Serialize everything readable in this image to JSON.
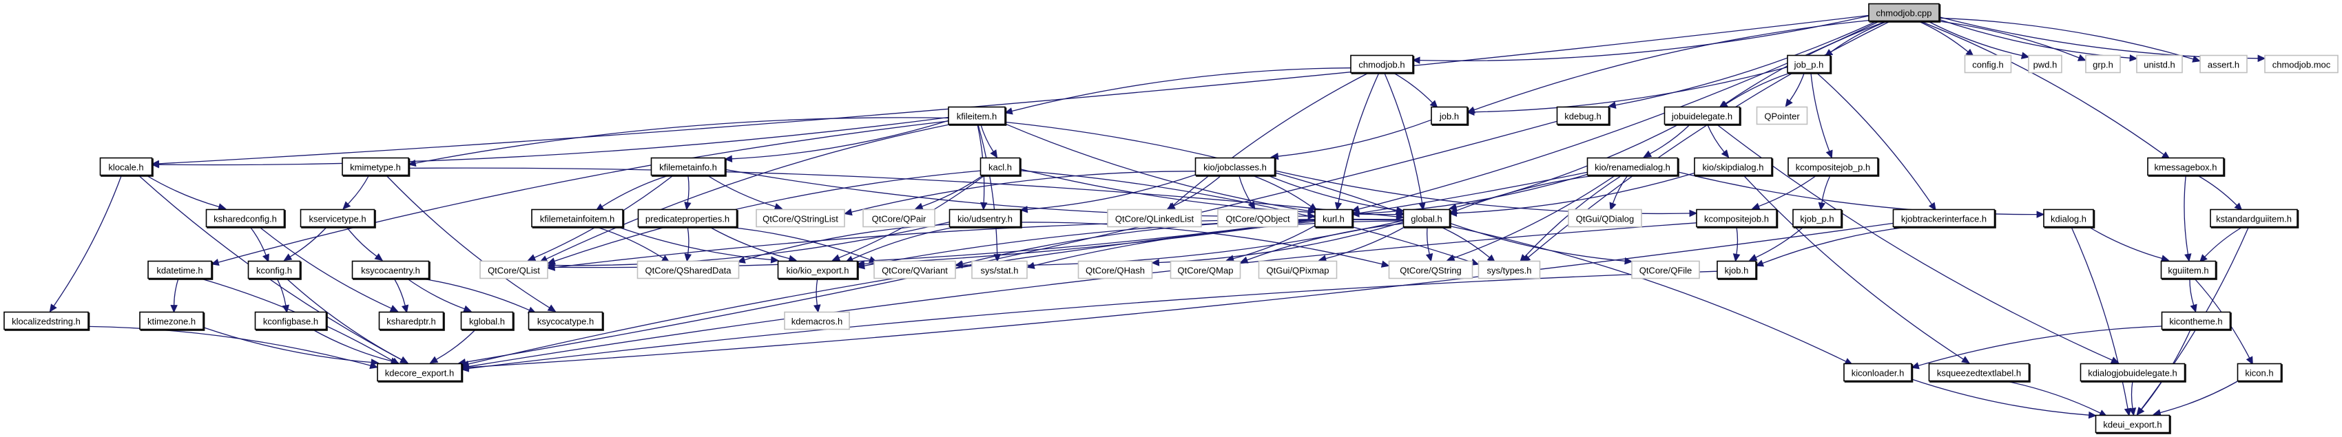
{
  "title": "chmodjob.cpp include dependency graph",
  "colors": {
    "edge": "#191970",
    "root_fill": "#bfbfbf",
    "internal_border": "#000000",
    "external_border": "#bfbfbf"
  },
  "nodes": [
    {
      "id": "chmodjob_cpp",
      "label": "chmodjob.cpp",
      "kind": "root"
    },
    {
      "id": "chmodjob_h",
      "label": "chmodjob.h",
      "kind": "internal"
    },
    {
      "id": "job_p_h",
      "label": "job_p.h",
      "kind": "internal"
    },
    {
      "id": "config_h",
      "label": "config.h",
      "kind": "external"
    },
    {
      "id": "pwd_h",
      "label": "pwd.h",
      "kind": "external"
    },
    {
      "id": "grp_h",
      "label": "grp.h",
      "kind": "external"
    },
    {
      "id": "unistd_h",
      "label": "unistd.h",
      "kind": "external"
    },
    {
      "id": "assert_h",
      "label": "assert.h",
      "kind": "external"
    },
    {
      "id": "chmodjob_moc",
      "label": "chmodjob.moc",
      "kind": "external"
    },
    {
      "id": "kfileitem_h",
      "label": "kfileitem.h",
      "kind": "internal"
    },
    {
      "id": "job_h",
      "label": "job.h",
      "kind": "internal"
    },
    {
      "id": "kdebug_h",
      "label": "kdebug.h",
      "kind": "internal"
    },
    {
      "id": "jobuidelegate_h",
      "label": "jobuidelegate.h",
      "kind": "internal"
    },
    {
      "id": "QPointer",
      "label": "QPointer",
      "kind": "external"
    },
    {
      "id": "klocale_h",
      "label": "klocale.h",
      "kind": "internal"
    },
    {
      "id": "kmimetype_h",
      "label": "kmimetype.h",
      "kind": "internal"
    },
    {
      "id": "kfilemetainfo_h",
      "label": "kfilemetainfo.h",
      "kind": "internal"
    },
    {
      "id": "kacl_h",
      "label": "kacl.h",
      "kind": "internal"
    },
    {
      "id": "jobclasses_h",
      "label": "kio/jobclasses.h",
      "kind": "internal"
    },
    {
      "id": "renamedialog_h",
      "label": "kio/renamedialog.h",
      "kind": "internal"
    },
    {
      "id": "skipdialog_h",
      "label": "kio/skipdialog.h",
      "kind": "internal"
    },
    {
      "id": "kcompositejob_p_h",
      "label": "kcompositejob_p.h",
      "kind": "internal"
    },
    {
      "id": "kmessagebox_h",
      "label": "kmessagebox.h",
      "kind": "internal"
    },
    {
      "id": "ksharedconfig_h",
      "label": "ksharedconfig.h",
      "kind": "internal"
    },
    {
      "id": "kservicetype_h",
      "label": "kservicetype.h",
      "kind": "internal"
    },
    {
      "id": "kfilemetainfoitem_h",
      "label": "kfilemetainfoitem.h",
      "kind": "internal"
    },
    {
      "id": "predicateproperties_h",
      "label": "predicateproperties.h",
      "kind": "internal"
    },
    {
      "id": "QStringList",
      "label": "QtCore/QStringList",
      "kind": "external"
    },
    {
      "id": "QPair",
      "label": "QtCore/QPair",
      "kind": "external"
    },
    {
      "id": "udsentry_h",
      "label": "kio/udsentry.h",
      "kind": "internal"
    },
    {
      "id": "QLinkedList",
      "label": "QtCore/QLinkedList",
      "kind": "external"
    },
    {
      "id": "QObject",
      "label": "QtCore/QObject",
      "kind": "external"
    },
    {
      "id": "kurl_h",
      "label": "kurl.h",
      "kind": "internal"
    },
    {
      "id": "global_h",
      "label": "global.h",
      "kind": "internal"
    },
    {
      "id": "QDialog",
      "label": "QtGui/QDialog",
      "kind": "external"
    },
    {
      "id": "kcompositejob_h",
      "label": "kcompositejob.h",
      "kind": "internal"
    },
    {
      "id": "kjob_p_h",
      "label": "kjob_p.h",
      "kind": "internal"
    },
    {
      "id": "kjobtrackerinterface_h",
      "label": "kjobtrackerinterface.h",
      "kind": "internal"
    },
    {
      "id": "kdialog_h",
      "label": "kdialog.h",
      "kind": "internal"
    },
    {
      "id": "kstandardguiitem_h",
      "label": "kstandardguiitem.h",
      "kind": "internal"
    },
    {
      "id": "kdatetime_h",
      "label": "kdatetime.h",
      "kind": "internal"
    },
    {
      "id": "kconfig_h",
      "label": "kconfig.h",
      "kind": "internal"
    },
    {
      "id": "ksycocaentry_h",
      "label": "ksycocaentry.h",
      "kind": "internal"
    },
    {
      "id": "QList",
      "label": "QtCore/QList",
      "kind": "external"
    },
    {
      "id": "QSharedData",
      "label": "QtCore/QSharedData",
      "kind": "external"
    },
    {
      "id": "kio_export_h",
      "label": "kio/kio_export.h",
      "kind": "internal"
    },
    {
      "id": "QVariant",
      "label": "QtCore/QVariant",
      "kind": "external"
    },
    {
      "id": "sys_stat_h",
      "label": "sys/stat.h",
      "kind": "external"
    },
    {
      "id": "QHash",
      "label": "QtCore/QHash",
      "kind": "external"
    },
    {
      "id": "QMap",
      "label": "QtCore/QMap",
      "kind": "external"
    },
    {
      "id": "QPixmap",
      "label": "QtGui/QPixmap",
      "kind": "external"
    },
    {
      "id": "QString",
      "label": "QtCore/QString",
      "kind": "external"
    },
    {
      "id": "sys_types_h",
      "label": "sys/types.h",
      "kind": "external"
    },
    {
      "id": "QFile",
      "label": "QtCore/QFile",
      "kind": "external"
    },
    {
      "id": "kjob_h",
      "label": "kjob.h",
      "kind": "internal"
    },
    {
      "id": "kguiitem_h",
      "label": "kguiitem.h",
      "kind": "internal"
    },
    {
      "id": "klocalizedstring_h",
      "label": "klocalizedstring.h",
      "kind": "internal"
    },
    {
      "id": "ktimezone_h",
      "label": "ktimezone.h",
      "kind": "internal"
    },
    {
      "id": "kconfigbase_h",
      "label": "kconfigbase.h",
      "kind": "internal"
    },
    {
      "id": "ksharedptr_h",
      "label": "ksharedptr.h",
      "kind": "internal"
    },
    {
      "id": "kglobal_h",
      "label": "kglobal.h",
      "kind": "internal"
    },
    {
      "id": "ksycocatype_h",
      "label": "ksycocatype.h",
      "kind": "internal"
    },
    {
      "id": "kdemacros_h",
      "label": "kdemacros.h",
      "kind": "external"
    },
    {
      "id": "kicontheme_h",
      "label": "kicontheme.h",
      "kind": "internal"
    },
    {
      "id": "kdecore_export_h",
      "label": "kdecore_export.h",
      "kind": "internal"
    },
    {
      "id": "kiconloader_h",
      "label": "kiconloader.h",
      "kind": "internal"
    },
    {
      "id": "ksqueezedtextlabel_h",
      "label": "ksqueezedtextlabel.h",
      "kind": "internal"
    },
    {
      "id": "kdialogjobuidelegate_h",
      "label": "kdialogjobuidelegate.h",
      "kind": "internal"
    },
    {
      "id": "kicon_h",
      "label": "kicon.h",
      "kind": "internal"
    },
    {
      "id": "kdeui_export_h",
      "label": "kdeui_export.h",
      "kind": "internal"
    }
  ],
  "edges": [
    [
      "chmodjob_cpp",
      "chmodjob_h"
    ],
    [
      "chmodjob_cpp",
      "job_p_h"
    ],
    [
      "chmodjob_cpp",
      "config_h"
    ],
    [
      "chmodjob_cpp",
      "pwd_h"
    ],
    [
      "chmodjob_cpp",
      "grp_h"
    ],
    [
      "chmodjob_cpp",
      "unistd_h"
    ],
    [
      "chmodjob_cpp",
      "assert_h"
    ],
    [
      "chmodjob_cpp",
      "chmodjob_moc"
    ],
    [
      "chmodjob_cpp",
      "klocale_h"
    ],
    [
      "chmodjob_cpp",
      "job_h"
    ],
    [
      "chmodjob_cpp",
      "kdebug_h"
    ],
    [
      "chmodjob_cpp",
      "jobuidelegate_h"
    ],
    [
      "chmodjob_cpp",
      "kmessagebox_h"
    ],
    [
      "chmodjob_cpp",
      "sys_types_h"
    ],
    [
      "chmodjob_cpp",
      "kurl_h"
    ],
    [
      "chmodjob_h",
      "kfileitem_h"
    ],
    [
      "chmodjob_h",
      "job_h"
    ],
    [
      "chmodjob_h",
      "kurl_h"
    ],
    [
      "chmodjob_h",
      "global_h"
    ],
    [
      "chmodjob_h",
      "QLinkedList"
    ],
    [
      "kfileitem_h",
      "klocale_h"
    ],
    [
      "kfileitem_h",
      "kmimetype_h"
    ],
    [
      "kfileitem_h",
      "kfilemetainfo_h"
    ],
    [
      "kfileitem_h",
      "kacl_h"
    ],
    [
      "kfileitem_h",
      "udsentry_h"
    ],
    [
      "kfileitem_h",
      "QList"
    ],
    [
      "kfileitem_h",
      "sys_stat_h"
    ],
    [
      "kfileitem_h",
      "kurl_h"
    ],
    [
      "kfileitem_h",
      "global_h"
    ],
    [
      "kfileitem_h",
      "kdatetime_h"
    ],
    [
      "job_h",
      "jobclasses_h"
    ],
    [
      "jobclasses_h",
      "QStringList"
    ],
    [
      "jobclasses_h",
      "QLinkedList"
    ],
    [
      "jobclasses_h",
      "QObject"
    ],
    [
      "jobclasses_h",
      "kurl_h"
    ],
    [
      "jobclasses_h",
      "global_h"
    ],
    [
      "jobclasses_h",
      "udsentry_h"
    ],
    [
      "jobclasses_h",
      "kcompositejob_h"
    ],
    [
      "kacl_h",
      "QPair"
    ],
    [
      "kacl_h",
      "QList"
    ],
    [
      "kacl_h",
      "kio_export_h"
    ],
    [
      "kacl_h",
      "global_h"
    ],
    [
      "kacl_h",
      "sys_types_h"
    ],
    [
      "kfilemetainfo_h",
      "kfilemetainfoitem_h"
    ],
    [
      "kfilemetainfo_h",
      "predicateproperties_h"
    ],
    [
      "kfilemetainfo_h",
      "QStringList"
    ],
    [
      "kfilemetainfo_h",
      "QList"
    ],
    [
      "kfilemetainfo_h",
      "kurl_h"
    ],
    [
      "kmimetype_h",
      "kservicetype_h"
    ],
    [
      "kmimetype_h",
      "ksycocatype_h"
    ],
    [
      "kmimetype_h",
      "global_h"
    ],
    [
      "klocale_h",
      "ksharedconfig_h"
    ],
    [
      "klocale_h",
      "klocalizedstring_h"
    ],
    [
      "klocale_h",
      "kdecore_export_h"
    ],
    [
      "ksharedconfig_h",
      "kconfig_h"
    ],
    [
      "ksharedconfig_h",
      "ksharedptr_h"
    ],
    [
      "kservicetype_h",
      "kconfig_h"
    ],
    [
      "kservicetype_h",
      "ksycocaentry_h"
    ],
    [
      "kconfig_h",
      "kconfigbase_h"
    ],
    [
      "kconfig_h",
      "kdecore_export_h"
    ],
    [
      "ksycocaentry_h",
      "ksharedptr_h"
    ],
    [
      "ksycocaentry_h",
      "kglobal_h"
    ],
    [
      "ksycocaentry_h",
      "ksycocatype_h"
    ],
    [
      "kdatetime_h",
      "ktimezone_h"
    ],
    [
      "kdatetime_h",
      "kdecore_export_h"
    ],
    [
      "kconfigbase_h",
      "kdecore_export_h"
    ],
    [
      "klocalizedstring_h",
      "kdecore_export_h"
    ],
    [
      "ktimezone_h",
      "kdecore_export_h"
    ],
    [
      "kglobal_h",
      "kdecore_export_h"
    ],
    [
      "kio_export_h",
      "kdemacros_h"
    ],
    [
      "kfilemetainfoitem_h",
      "QSharedData"
    ],
    [
      "kfilemetainfoitem_h",
      "kio_export_h"
    ],
    [
      "predicateproperties_h",
      "QSharedData"
    ],
    [
      "predicateproperties_h",
      "kio_export_h"
    ],
    [
      "predicateproperties_h",
      "QVariant"
    ],
    [
      "udsentry_h",
      "QSharedData"
    ],
    [
      "udsentry_h",
      "QList"
    ],
    [
      "udsentry_h",
      "kio_export_h"
    ],
    [
      "udsentry_h",
      "QString"
    ],
    [
      "global_h",
      "kio_export_h"
    ],
    [
      "global_h",
      "QVariant"
    ],
    [
      "global_h",
      "sys_stat_h"
    ],
    [
      "global_h",
      "QHash"
    ],
    [
      "global_h",
      "QMap"
    ],
    [
      "global_h",
      "QPixmap"
    ],
    [
      "global_h",
      "QString"
    ],
    [
      "global_h",
      "sys_types_h"
    ],
    [
      "global_h",
      "QFile"
    ],
    [
      "global_h",
      "kiconloader_h"
    ],
    [
      "global_h",
      "QList"
    ],
    [
      "kurl_h",
      "QList"
    ],
    [
      "kurl_h",
      "QVariant"
    ],
    [
      "kurl_h",
      "QMap"
    ],
    [
      "kurl_h",
      "kdecore_export_h"
    ],
    [
      "jobuidelegate_h",
      "renamedialog_h"
    ],
    [
      "jobuidelegate_h",
      "skipdialog_h"
    ],
    [
      "jobuidelegate_h",
      "global_h"
    ],
    [
      "jobuidelegate_h",
      "kdialogjobuidelegate_h"
    ],
    [
      "job_p_h",
      "job_h"
    ],
    [
      "job_p_h",
      "jobuidelegate_h"
    ],
    [
      "job_p_h",
      "QPointer"
    ],
    [
      "job_p_h",
      "kcompositejob_p_h"
    ],
    [
      "job_p_h",
      "kjobtrackerinterface_h"
    ],
    [
      "renamedialog_h",
      "global_h"
    ],
    [
      "renamedialog_h",
      "kurl_h"
    ],
    [
      "renamedialog_h",
      "QDialog"
    ],
    [
      "renamedialog_h",
      "QString"
    ],
    [
      "renamedialog_h",
      "sys_types_h"
    ],
    [
      "renamedialog_h",
      "kio_export_h"
    ],
    [
      "renamedialog_h",
      "kdialog_h"
    ],
    [
      "skipdialog_h",
      "global_h"
    ],
    [
      "skipdialog_h",
      "ksqueezedtextlabel_h"
    ],
    [
      "kcompositejob_p_h",
      "kcompositejob_h"
    ],
    [
      "kcompositejob_p_h",
      "kjob_p_h"
    ],
    [
      "kcompositejob_h",
      "kjob_h"
    ],
    [
      "kcompositejob_h",
      "kdecore_export_h"
    ],
    [
      "kjob_p_h",
      "kjob_h"
    ],
    [
      "kjobtrackerinterface_h",
      "kjob_h"
    ],
    [
      "kjobtrackerinterface_h",
      "kdecore_export_h"
    ],
    [
      "kjob_h",
      "kdecore_export_h"
    ],
    [
      "kdebug_h",
      "kdecore_export_h"
    ],
    [
      "kmessagebox_h",
      "kguiitem_h"
    ],
    [
      "kmessagebox_h",
      "kstandardguiitem_h"
    ],
    [
      "kstandardguiitem_h",
      "kguiitem_h"
    ],
    [
      "kstandardguiitem_h",
      "kdeui_export_h"
    ],
    [
      "kdialog_h",
      "kguiitem_h"
    ],
    [
      "kdialog_h",
      "kdeui_export_h"
    ],
    [
      "kguiitem_h",
      "kicontheme_h"
    ],
    [
      "kguiitem_h",
      "kicon_h"
    ],
    [
      "kicontheme_h",
      "kiconloader_h"
    ],
    [
      "kicontheme_h",
      "kdeui_export_h"
    ],
    [
      "kiconloader_h",
      "kdeui_export_h"
    ],
    [
      "ksqueezedtextlabel_h",
      "kdeui_export_h"
    ],
    [
      "kdialogjobuidelegate_h",
      "kdeui_export_h"
    ],
    [
      "kicon_h",
      "kdeui_export_h"
    ]
  ]
}
